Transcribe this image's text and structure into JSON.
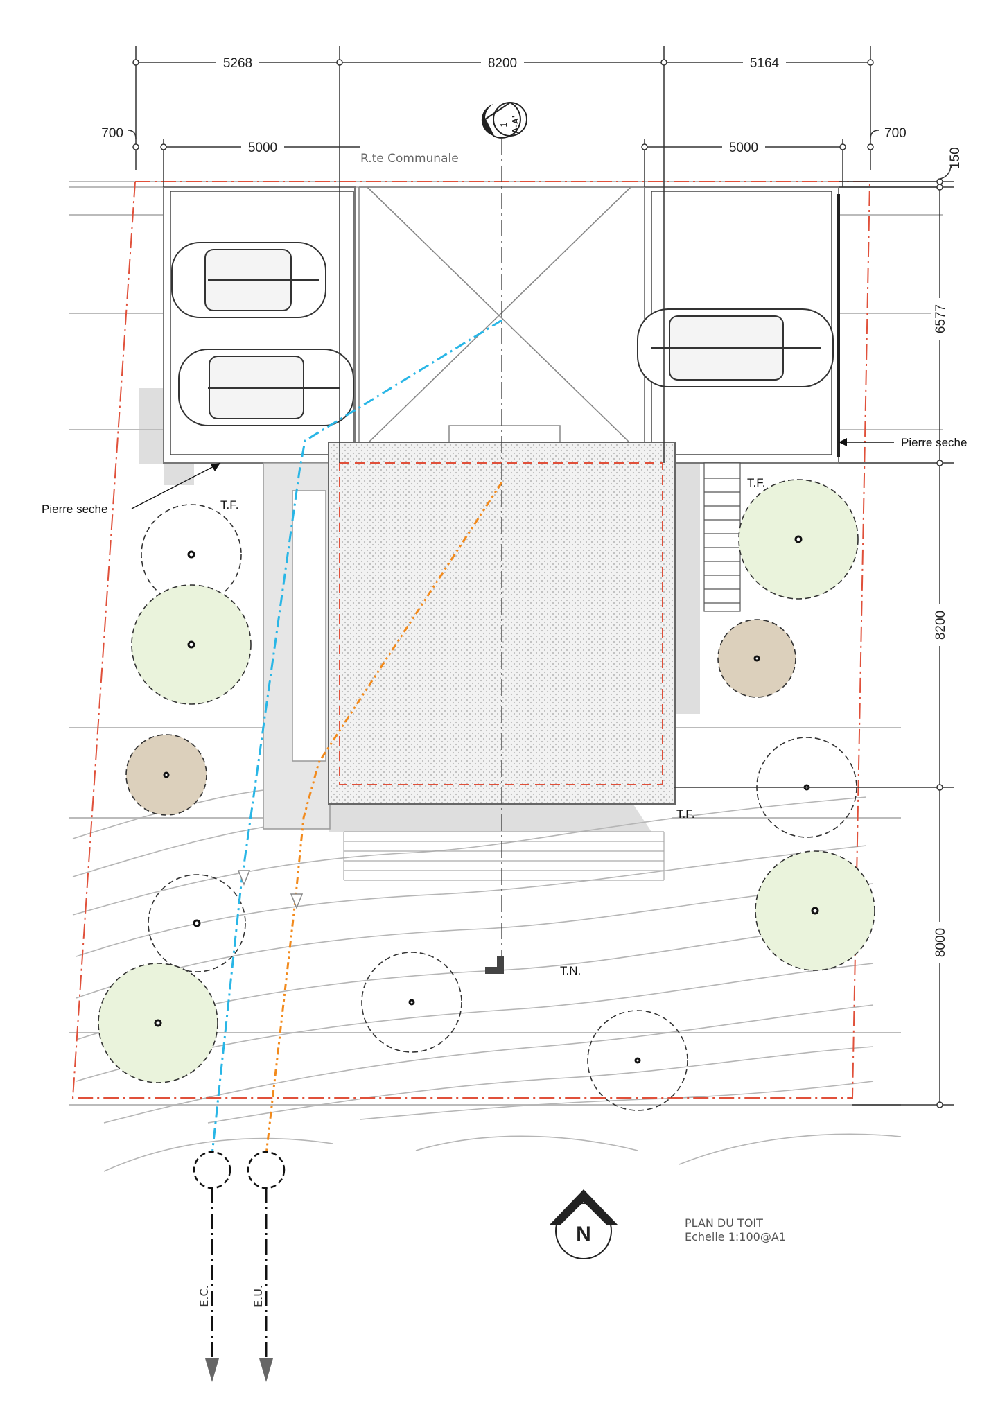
{
  "dimensions": {
    "top_left": "5268",
    "top_center": "8200",
    "top_right": "5164",
    "offset_left": "700",
    "offset_right": "700",
    "parking_left": "5000",
    "parking_right": "5000",
    "right_top": "150",
    "right_1": "6577",
    "right_2": "8200",
    "right_3": "8000"
  },
  "labels": {
    "road": "R.te Communale",
    "wall_left": "Pierre seche",
    "wall_right": "Pierre seche",
    "tf_left": "T.F.",
    "tf_right_top": "T.F.",
    "tf_right_bottom": "T.F.",
    "tn": "T.N.",
    "section_num": "1",
    "section_name": "A-A'",
    "pipe_ec": "E.C.",
    "pipe_eu": "E.U.",
    "north": "N"
  },
  "title_block": {
    "title": "PLAN DU TOIT",
    "scale": "Echelle 1:100@A1"
  },
  "colors": {
    "property_line": "#e0503a",
    "eaux_claires": "#29b6e6",
    "eaux_usees": "#f28a1c",
    "tree_green": "#eaf3dc",
    "tree_brown": "#dcd0bc",
    "roof_hatch": "#d6d6d6",
    "shadow": "#dcdcdc"
  },
  "icons": {
    "north_arrow": "north-arrow-icon",
    "section_marker": "section-marker-icon"
  }
}
